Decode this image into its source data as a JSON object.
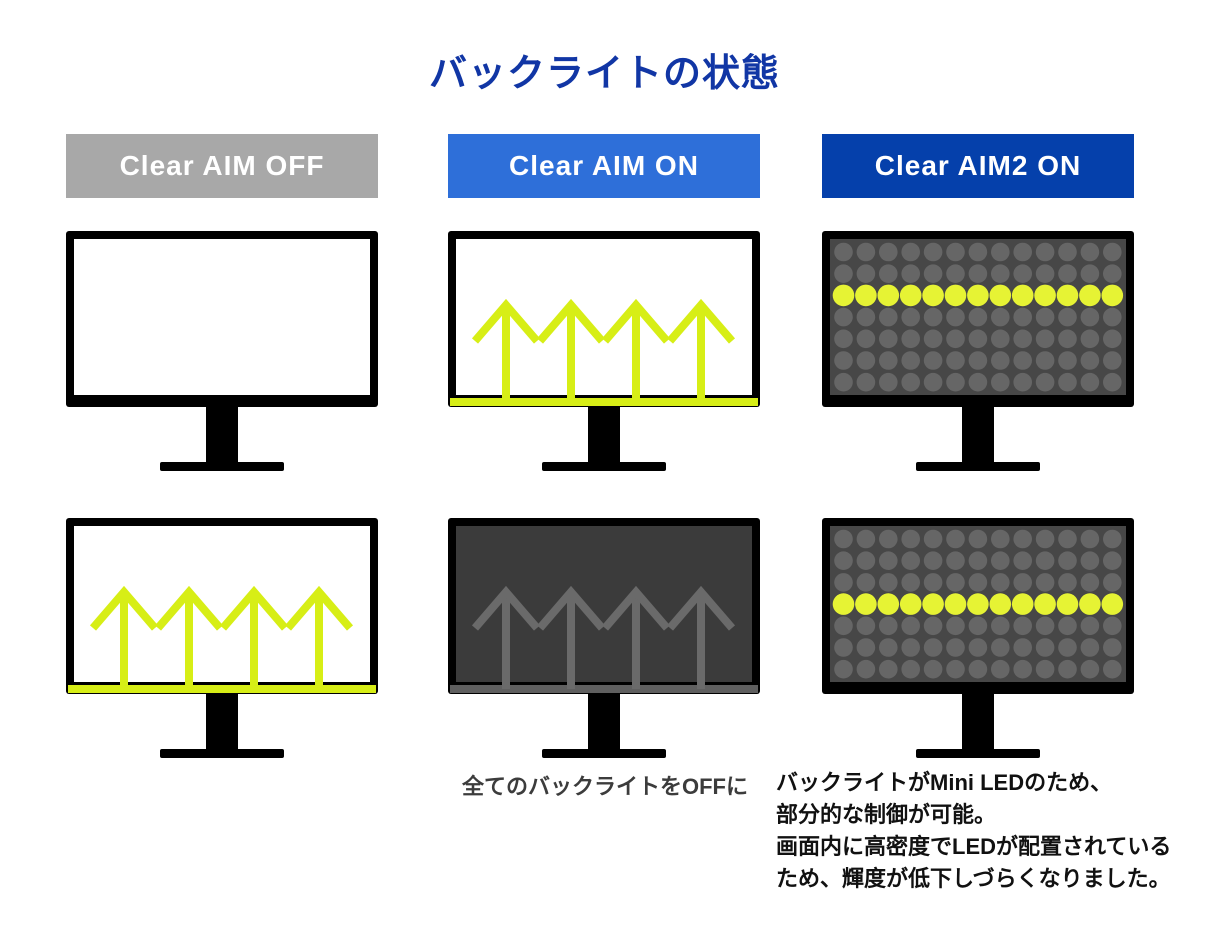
{
  "title": "バックライトの状態",
  "colors": {
    "title_text": "#1136a5",
    "header_text": "#ffffff",
    "bezel_black": "#000000",
    "screen_white": "#ffffff",
    "screen_dark": "#3b3b3b",
    "screen_dots_bg": "#474747",
    "backlight_yellow": "#d7ee16",
    "dim_arrow_gray": "#6a6a6a",
    "dim_strip_gray": "#5f5f5f",
    "dot_gray": "#666666",
    "dot_yellow": "#e6f334",
    "caption_mid_text": "#3c3c3c",
    "caption_right_text": "#111111"
  },
  "monitor_graphics": {
    "arrow_count": 4,
    "dot_grid_rows": 7,
    "dot_grid_cols": 13
  },
  "columns": [
    {
      "id": "clear-aim-off",
      "header": "Clear AIM OFF",
      "header_bg": "#a8a8a8",
      "monitors": [
        {
          "type": "white-blank"
        },
        {
          "type": "white-arrows"
        }
      ],
      "caption_lines": []
    },
    {
      "id": "clear-aim-on",
      "header": "Clear AIM ON",
      "header_bg": "#2e6fd9",
      "monitors": [
        {
          "type": "white-arrows"
        },
        {
          "type": "dark-arrows"
        }
      ],
      "caption_lines": [
        "全てのバックライトをOFFに"
      ]
    },
    {
      "id": "clear-aim2-on",
      "header": "Clear AIM2 ON",
      "header_bg": "#0540ab",
      "monitors": [
        {
          "type": "dots",
          "lit_row": 2
        },
        {
          "type": "dots",
          "lit_row": 3
        }
      ],
      "caption_lines": [
        "バックライトがMini LEDのため、",
        "部分的な制御が可能。",
        "画面内に高密度でLEDが配置されている",
        "ため、輝度が低下しづらくなりました。"
      ]
    }
  ]
}
